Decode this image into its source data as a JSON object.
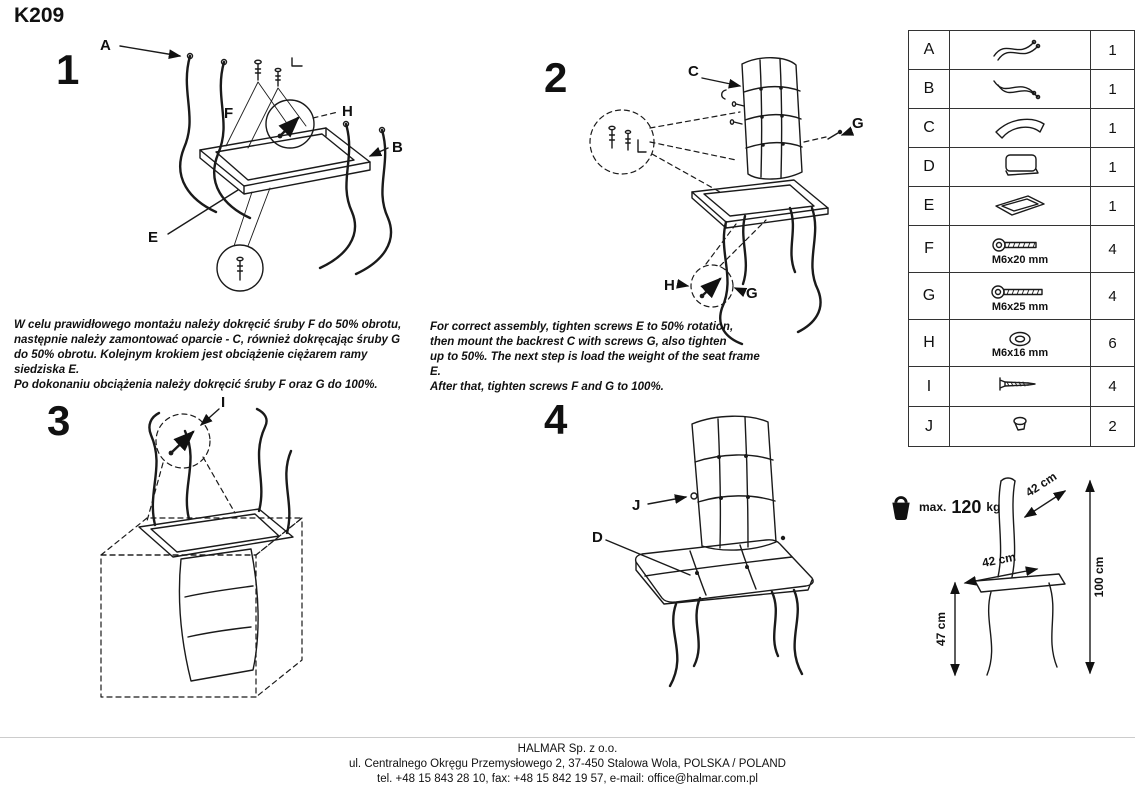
{
  "title": "K209",
  "steps": {
    "s1": {
      "number": "1",
      "callouts": {
        "a": "A",
        "f": "F",
        "h": "H",
        "b": "B",
        "e": "E"
      }
    },
    "s2": {
      "number": "2",
      "callouts": {
        "c": "C",
        "g_top": "G",
        "h": "H",
        "g_bottom": "G"
      }
    },
    "s3": {
      "number": "3",
      "callouts": {
        "i": "I"
      }
    },
    "s4": {
      "number": "4",
      "callouts": {
        "j": "J",
        "d": "D"
      }
    }
  },
  "instructions": {
    "pl": "W celu prawidłowego montażu należy dokręcić śruby F do 50% obrotu,\nnastępnie należy zamontować oparcie - C, również dokręcając śruby G\ndo 50% obrotu. Kolejnym krokiem jest obciążenie ciężarem ramy siedziska E.\nPo dokonaniu obciążenia należy dokręcić śruby F oraz G do 100%.",
    "en": "For correct assembly, tighten screws E to 50% rotation,\nthen mount the backrest C with screws G, also tighten\nup to 50%. The next step is load the weight of the seat frame E.\nAfter that, tighten screws F and G to 100%."
  },
  "parts": [
    {
      "id": "A",
      "qty": "1",
      "icon": "front-legs"
    },
    {
      "id": "B",
      "qty": "1",
      "icon": "rear-legs"
    },
    {
      "id": "C",
      "qty": "1",
      "icon": "backrest-cushion"
    },
    {
      "id": "D",
      "qty": "1",
      "icon": "seat-cushion"
    },
    {
      "id": "E",
      "qty": "1",
      "icon": "seat-frame"
    },
    {
      "id": "F",
      "qty": "4",
      "size": "M6x20 mm",
      "icon": "bolt"
    },
    {
      "id": "G",
      "qty": "4",
      "size": "M6x25 mm",
      "icon": "bolt-long"
    },
    {
      "id": "H",
      "qty": "6",
      "size": "M6x16 mm",
      "icon": "washer"
    },
    {
      "id": "I",
      "qty": "4",
      "icon": "wood-screw"
    },
    {
      "id": "J",
      "qty": "2",
      "icon": "cap"
    }
  ],
  "load": {
    "prefix": "max.",
    "value": "120",
    "unit": "kg"
  },
  "dimensions": {
    "backrest_width": "42 cm",
    "seat_depth": "42 cm",
    "total_height": "100 cm",
    "seat_height": "47 cm"
  },
  "footer": {
    "company": "HALMAR Sp. z o.o.",
    "address": "ul. Centralnego Okręgu Przemysłowego 2, 37-450 Stalowa Wola, POLSKA / POLAND",
    "contact": "tel. +48 15 843 28 10, fax: +48 15 842 19 57, e-mail: office@halmar.com.pl"
  }
}
